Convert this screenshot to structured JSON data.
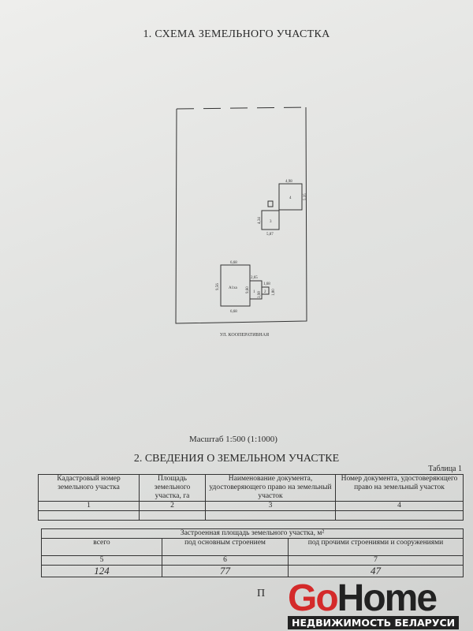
{
  "scheme": {
    "title": "1. СХЕМА ЗЕМЕЛЬНОГО УЧАСТКА",
    "street": "УЛ. КООПЕРАТИВНАЯ",
    "scale": "Масштаб 1:500 (1:1000)",
    "labels": {
      "b4_top": "4,98",
      "b4_side": "5,35",
      "b4": "4",
      "b3_side": "4,34",
      "b3": "3",
      "b3_bottom": "5,87",
      "a1_top": "6,68",
      "a1_left": "9,56",
      "a1": "А1ха",
      "a1_bottom": "6,68",
      "a1_right": "9,60",
      "b1_top": "2,65",
      "b1": "1",
      "b1_side": "3,98",
      "b2_top": "1,68",
      "b2": "2",
      "b2_side": "1,80"
    }
  },
  "info": {
    "title": "2. СВЕДЕНИЯ О ЗЕМЕЛЬНОМ УЧАСТКЕ",
    "caption": "Таблица 1",
    "table1": {
      "headers": [
        "Кадастровый номер земельного участка",
        "Площадь земельного участка, га",
        "Наименование документа, удостоверяющего право на земельный участок",
        "Номер документа, удостоверяющего право на земельный участок"
      ],
      "numbers": [
        "1",
        "2",
        "3",
        "4"
      ],
      "values": [
        "",
        "",
        "",
        ""
      ]
    },
    "table2": {
      "header": "Застроенная площадь земельного участка, м²",
      "columns": [
        "всего",
        "под основным строением",
        "под прочими строениями и сооружениями"
      ],
      "numbers": [
        "5",
        "6",
        "7"
      ],
      "values": [
        "124",
        "77",
        "47"
      ]
    },
    "trailing": "П"
  },
  "watermark": {
    "brand_go": "Go",
    "brand_home": "Home",
    "tagline": "НЕДВИЖИМОСТЬ БЕЛАРУСИ"
  }
}
